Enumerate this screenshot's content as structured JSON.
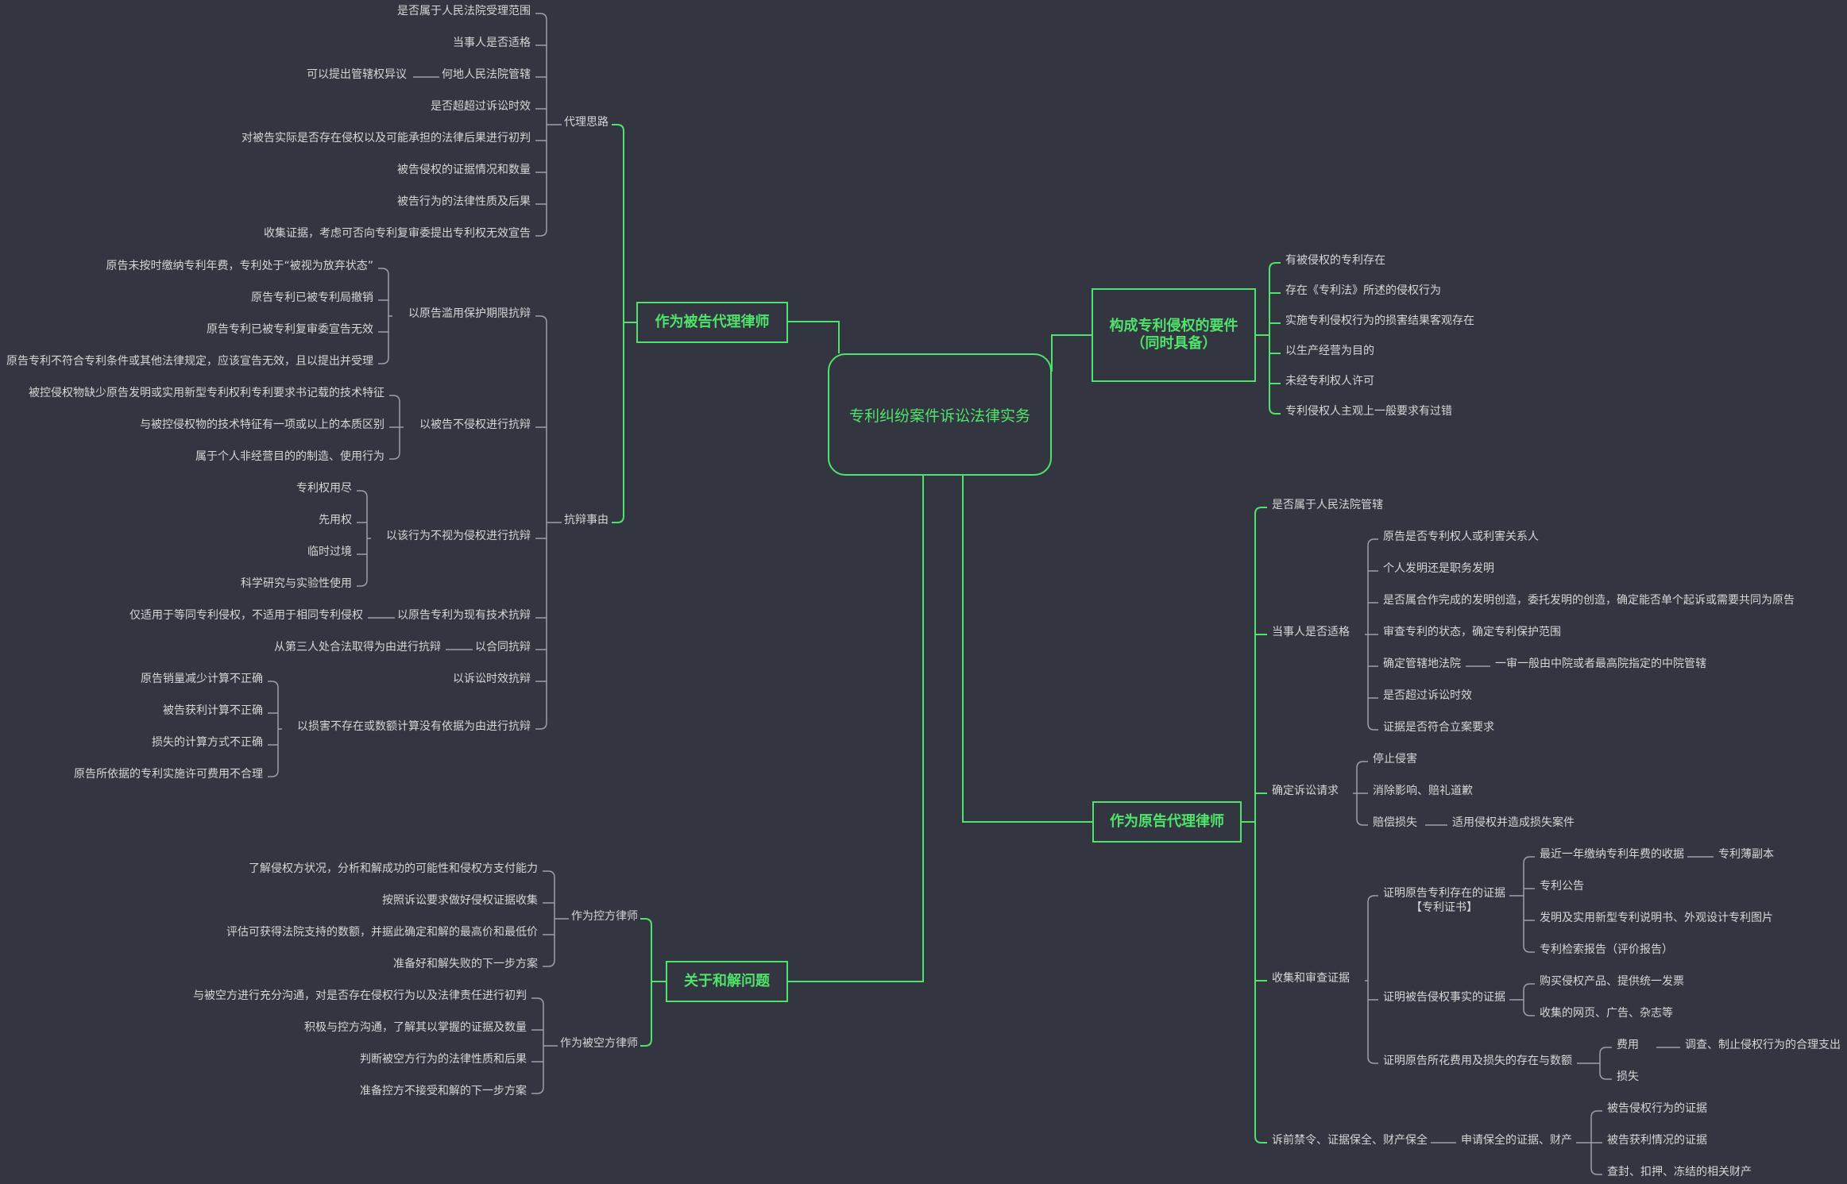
{
  "root": {
    "label": "专利纠纷案件诉讼法律实务"
  },
  "branches": {
    "defense": {
      "label": "作为被告代理律师",
      "agent_ideas": {
        "label": "代理思路",
        "items": [
          "是否属于人民法院受理范围",
          "当事人是否适格",
          "何地人民法院管辖",
          "是否超超过诉讼时效",
          "对被告实际是否存在侵权以及可能承担的法律后果进行初判",
          "被告侵权的证据情况和数量",
          "被告行为的法律性质及后果",
          "收集证据，考虑可否向专利复审委提出专利权无效宣告"
        ],
        "jurisdiction_sub": "可以提出管辖权异议"
      },
      "defense_reasons": {
        "label": "抗辩事由",
        "abuse": {
          "label": "以原告滥用保护期限抗辩",
          "items": [
            "原告未按时缴纳专利年费，专利处于“被视为放弃状态”",
            "原告专利已被专利局撤销",
            "原告专利已被专利复审委宣告无效",
            "原告专利不符合专利条件或其他法律规定，应该宣告无效，且以提出并受理"
          ]
        },
        "no_infringe": {
          "label": "以被告不侵权进行抗辩",
          "items": [
            "被控侵权物缺少原告发明或实用新型专利权利专利要求书记载的技术特征",
            "与被控侵权物的技术特征有一项或以上的本质区别",
            "属于个人非经营目的的制造、使用行为"
          ]
        },
        "not_deemed": {
          "label": "以该行为不视为侵权进行抗辩",
          "items": [
            "专利权用尽",
            "先用权",
            "临时过境",
            "科学研究与实验性使用"
          ]
        },
        "prior_art": {
          "label": "以原告专利为现有技术抗辩",
          "sub": "仅适用于等同专利侵权，不适用于相同专利侵权"
        },
        "legal_source": {
          "label": "以合同抗辩",
          "sub": "从第三人处合法取得为由进行抗辩"
        },
        "limitation": {
          "label": "以诉讼时效抗辩"
        },
        "damages": {
          "label": "以损害不存在或数额计算没有依据为由进行抗辩",
          "items": [
            "原告销量减少计算不正确",
            "被告获利计算不正确",
            "损失的计算方式不正确",
            "原告所依据的专利实施许可费用不合理"
          ]
        }
      }
    },
    "settlement": {
      "label": "关于和解问题",
      "accuser": {
        "label": "作为控方律师",
        "items": [
          "了解侵权方状况，分析和解成功的可能性和侵权方支付能力",
          "按照诉讼要求做好侵权证据收集",
          "评估可获得法院支持的数额，并据此确定和解的最高价和最低价",
          "准备好和解失败的下一步方案"
        ]
      },
      "accused": {
        "label": "作为被空方律师",
        "items": [
          "与被空方进行充分沟通，对是否存在侵权行为以及法律责任进行初判",
          "积极与控方沟通，了解其以掌握的证据及数量",
          "判断被空方行为的法律性质和后果",
          "准备控方不接受和解的下一步方案"
        ]
      }
    },
    "elements": {
      "label": "构成专利侵权的要件（同时具备）",
      "label_line1": "构成专利侵权的要件",
      "label_line2": "（同时具备）",
      "items": [
        "有被侵权的专利存在",
        "存在《专利法》所述的侵权行为",
        "实施专利侵权行为的损害结果客观存在",
        "以生产经营为目的",
        "未经专利权人许可",
        "专利侵权人主观上一般要求有过错"
      ]
    },
    "plaintiff": {
      "label": "作为原告代理律师",
      "court": "是否属于人民法院管辖",
      "party": {
        "label": "当事人是否适格",
        "items": [
          "原告是否专利权人或利害关系人",
          "个人发明还是职务发明",
          "是否属合作完成的发明创造，委托发明的创造，确定能否单个起诉或需要共同为原告",
          "审查专利的状态，确定专利保护范围",
          "确定管辖地法院",
          "是否超过诉讼时效",
          "证据是否符合立案要求"
        ],
        "court_sub": "一审一般由中院或者最高院指定的中院管辖"
      },
      "claims": {
        "label": "确定诉讼请求",
        "items": [
          "停止侵害",
          "消除影响、赔礼道歉",
          "赔偿损失"
        ],
        "comp_sub": "适用侵权并造成损失案件"
      },
      "evidence": {
        "label": "收集和审查证据",
        "patent": {
          "label_line1": "证明原告专利存在的证据",
          "label_line2": "【专利证书】",
          "items": [
            "最近一年缴纳专利年费的收据",
            "专利公告",
            "发明及实用新型专利说明书、外观设计专利图片",
            "专利检索报告（评价报告）"
          ],
          "receipt_sub": "专利薄副本"
        },
        "infringe": {
          "label": "证明被告侵权事实的证据",
          "items": [
            "购买侵权产品、提供统一发票",
            "收集的网页、广告、杂志等"
          ]
        },
        "cost": {
          "label": "证明原告所花费用及损失的存在与数额",
          "items": [
            "费用",
            "损失"
          ],
          "fee_sub": "调查、制止侵权行为的合理支出"
        }
      },
      "injunction": {
        "label": "诉前禁令、证据保全、财产保全",
        "sub": "申请保全的证据、财产",
        "items": [
          "被告侵权行为的证据",
          "被告获利情况的证据",
          "查封、扣押、冻结的相关财产"
        ]
      }
    }
  },
  "colors": {
    "background": "#333641",
    "accent": "#4fe36c",
    "connector": "#9aa0a8",
    "text": "#d6d6d6"
  }
}
